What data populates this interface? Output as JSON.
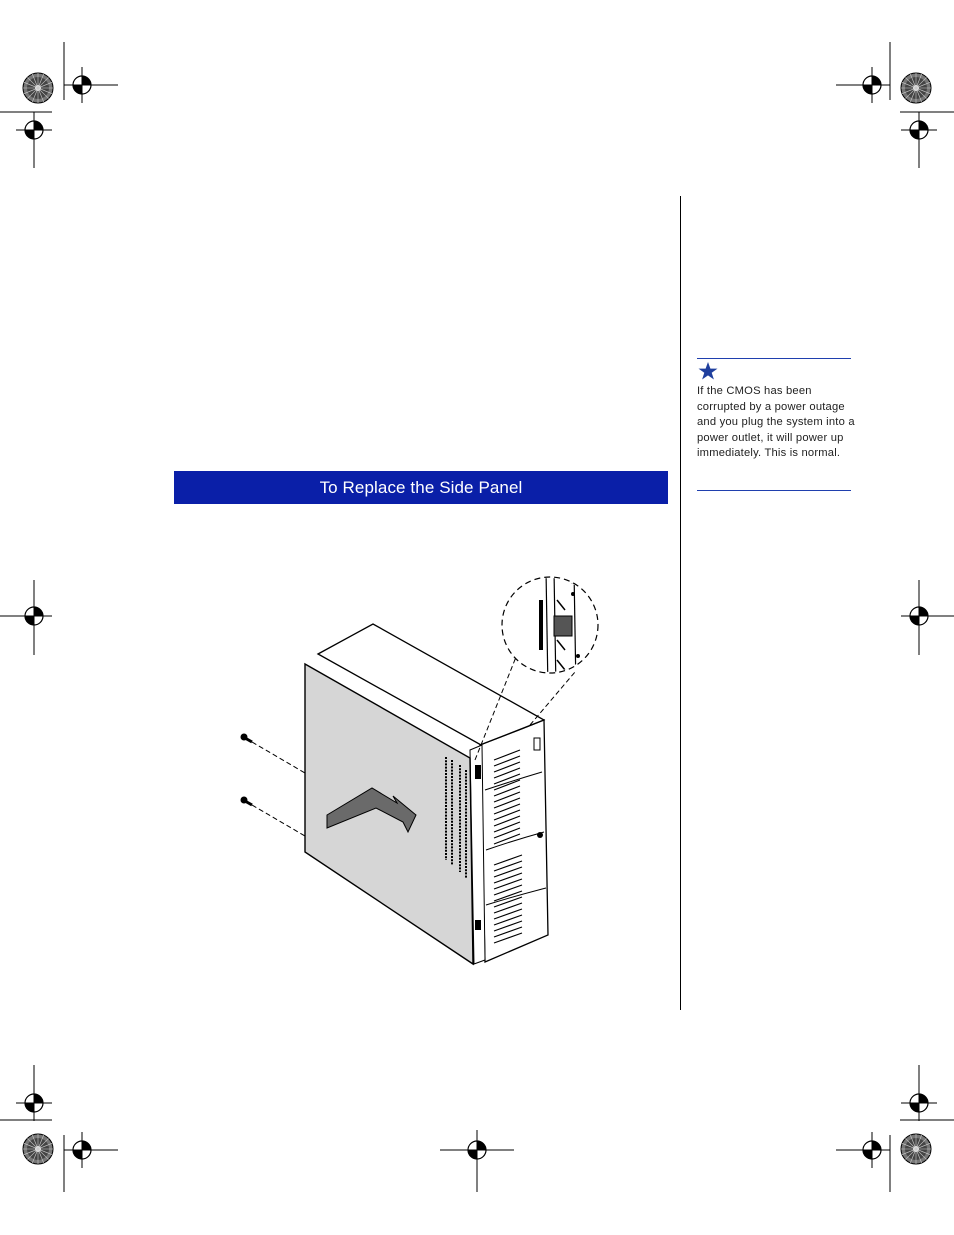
{
  "section": {
    "heading": "To Replace the Side Panel"
  },
  "sidebar_note": {
    "icon": "star-icon",
    "icon_color": "#1f3f9e",
    "rule_color": "#1f3fae",
    "text": "If the CMOS has been corrupted by a power outage and you plug the system into a power outlet, it will power up immediately. This is normal."
  },
  "colors": {
    "banner_bg": "#0a1fa8",
    "banner_text": "#ffffff",
    "panel_fill": "#d6d6d6",
    "arrow_fill": "#6a6a6a"
  },
  "figure": {
    "subject": "computer-tower-side-panel-replacement"
  }
}
